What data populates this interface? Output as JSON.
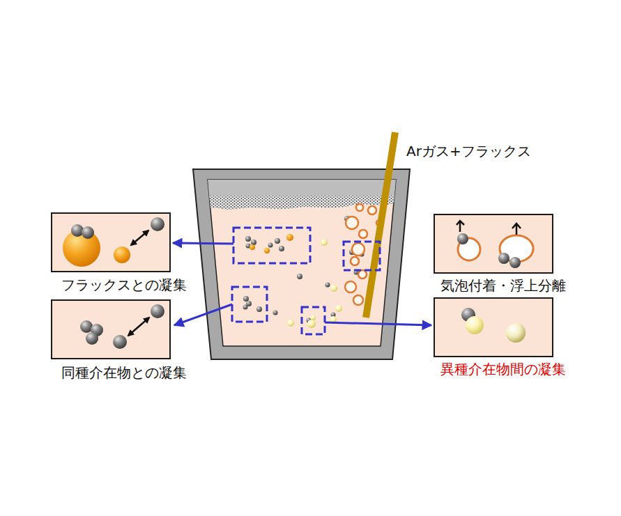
{
  "diagram": {
    "nodes": [
      {
        "text": [
          "フラックスとの凝集"
        ]
      },
      {
        "text": [
          "気泡付着・浮上分離"
        ]
      },
      {
        "text": [
          "同種介在物との凝集"
        ]
      },
      {
        "text": [
          "異種介在物間の凝集"
        ]
      }
    ],
    "labels": [
      "Arガス+フラックス"
    ]
  }
}
